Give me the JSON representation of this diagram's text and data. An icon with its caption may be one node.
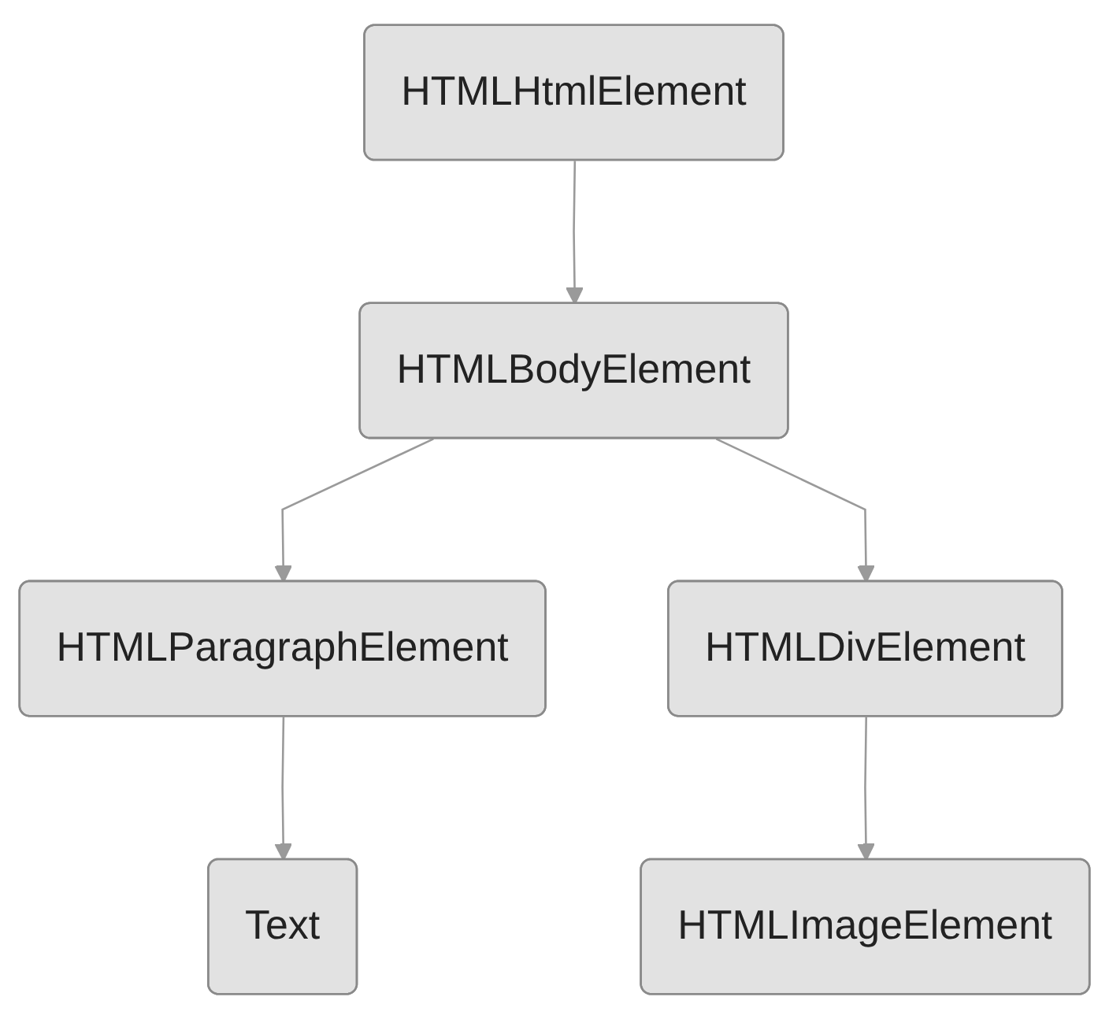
{
  "diagram": {
    "nodes": [
      {
        "text": [
          "HTMLHtmlElement"
        ]
      },
      {
        "text": [
          "HTMLBodyElement"
        ]
      },
      {
        "text": [
          "HTMLParagraphElement"
        ]
      },
      {
        "text": [
          "HTMLDivElement"
        ]
      },
      {
        "text": [
          "Text"
        ]
      },
      {
        "text": [
          "HTMLImageElement"
        ]
      }
    ],
    "edges": [
      {
        "from": 0,
        "to": 1,
        "arrow": "to"
      },
      {
        "from": 1,
        "to": 2,
        "arrow": "to"
      },
      {
        "from": 1,
        "to": 3,
        "arrow": "to"
      },
      {
        "from": 2,
        "to": 4,
        "arrow": "to"
      },
      {
        "from": 3,
        "to": 5,
        "arrow": "to"
      }
    ]
  }
}
